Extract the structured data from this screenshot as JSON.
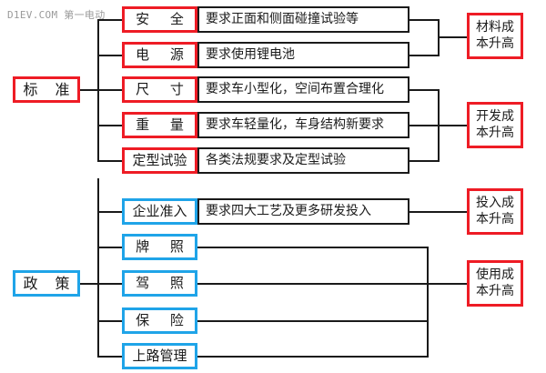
{
  "meta": {
    "watermark": "D1EV.COM 第一电动",
    "colors": {
      "red": "#ee1c25",
      "blue": "#1fa4e8",
      "line": "#1a1a1a",
      "background": "#ffffff",
      "watermark_text": "#9a9a9a"
    }
  },
  "roots": [
    {
      "label": "标 准",
      "accent": "#ee1c25"
    },
    {
      "label": "政 策",
      "accent": "#1fa4e8"
    }
  ],
  "rows": [
    {
      "category": "安 全",
      "description": "要求正面和侧面碰撞试验等",
      "accent": "#ee1c25",
      "has_description": true
    },
    {
      "category": "电 源",
      "description": "要求使用锂电池",
      "accent": "#ee1c25",
      "has_description": true
    },
    {
      "category": "尺 寸",
      "description": "要求车小型化，空间布置合理化",
      "accent": "#ee1c25",
      "has_description": true
    },
    {
      "category": "重 量",
      "description": "要求车轻量化，车身结构新要求",
      "accent": "#ee1c25",
      "has_description": true
    },
    {
      "category": "定型试验",
      "description": "各类法规要求及定型试验",
      "accent": "#ee1c25",
      "has_description": true
    },
    {
      "category": "企业准入",
      "description": "要求四大工艺及更多研发投入",
      "accent": "#1fa4e8",
      "has_description": true
    },
    {
      "category": "牌 照",
      "description": "",
      "accent": "#1fa4e8",
      "has_description": false
    },
    {
      "category": "驾 照",
      "description": "",
      "accent": "#1fa4e8",
      "has_description": false
    },
    {
      "category": "保 险",
      "description": "",
      "accent": "#1fa4e8",
      "has_description": false
    },
    {
      "category": "上路管理",
      "description": "",
      "accent": "#1fa4e8",
      "has_description": false
    }
  ],
  "outcomes": [
    {
      "line1": "材料成",
      "line2": "本升高",
      "accent": "#ee1c25"
    },
    {
      "line1": "开发成",
      "line2": "本升高",
      "accent": "#ee1c25"
    },
    {
      "line1": "投入成",
      "line2": "本升高",
      "accent": "#ee1c25"
    },
    {
      "line1": "使用成",
      "line2": "本升高",
      "accent": "#ee1c25"
    }
  ]
}
